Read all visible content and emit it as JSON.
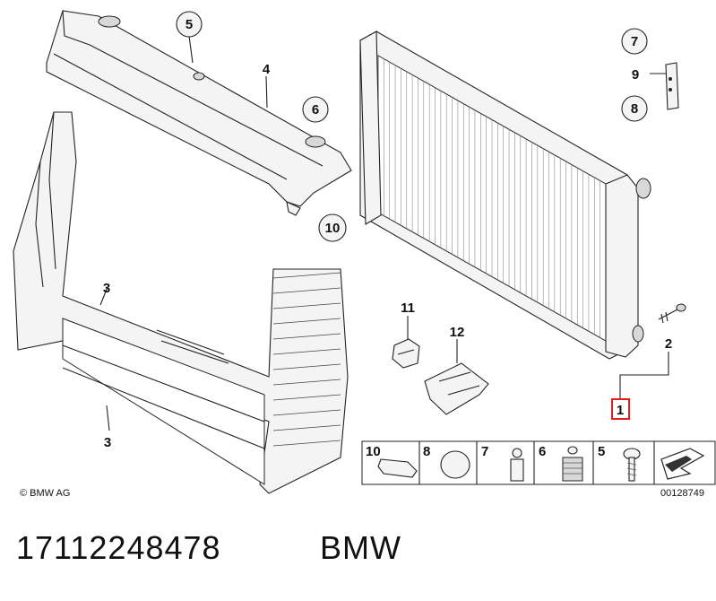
{
  "callouts": {
    "c1": "1",
    "c2": "2",
    "c3": "3",
    "c4": "4",
    "c5": "5",
    "c6": "6",
    "c7": "7",
    "c8": "8",
    "c9": "9",
    "c10": "10",
    "c11": "11",
    "c12": "12"
  },
  "legend": {
    "items": [
      "10",
      "8",
      "7",
      "6",
      "5"
    ]
  },
  "copyright": "© BMW AG",
  "drawing_number": "00128749",
  "footer": {
    "part_number": "17112248478",
    "brand": "BMW"
  },
  "colors": {
    "highlight": "#e02020",
    "line": "#222222"
  }
}
